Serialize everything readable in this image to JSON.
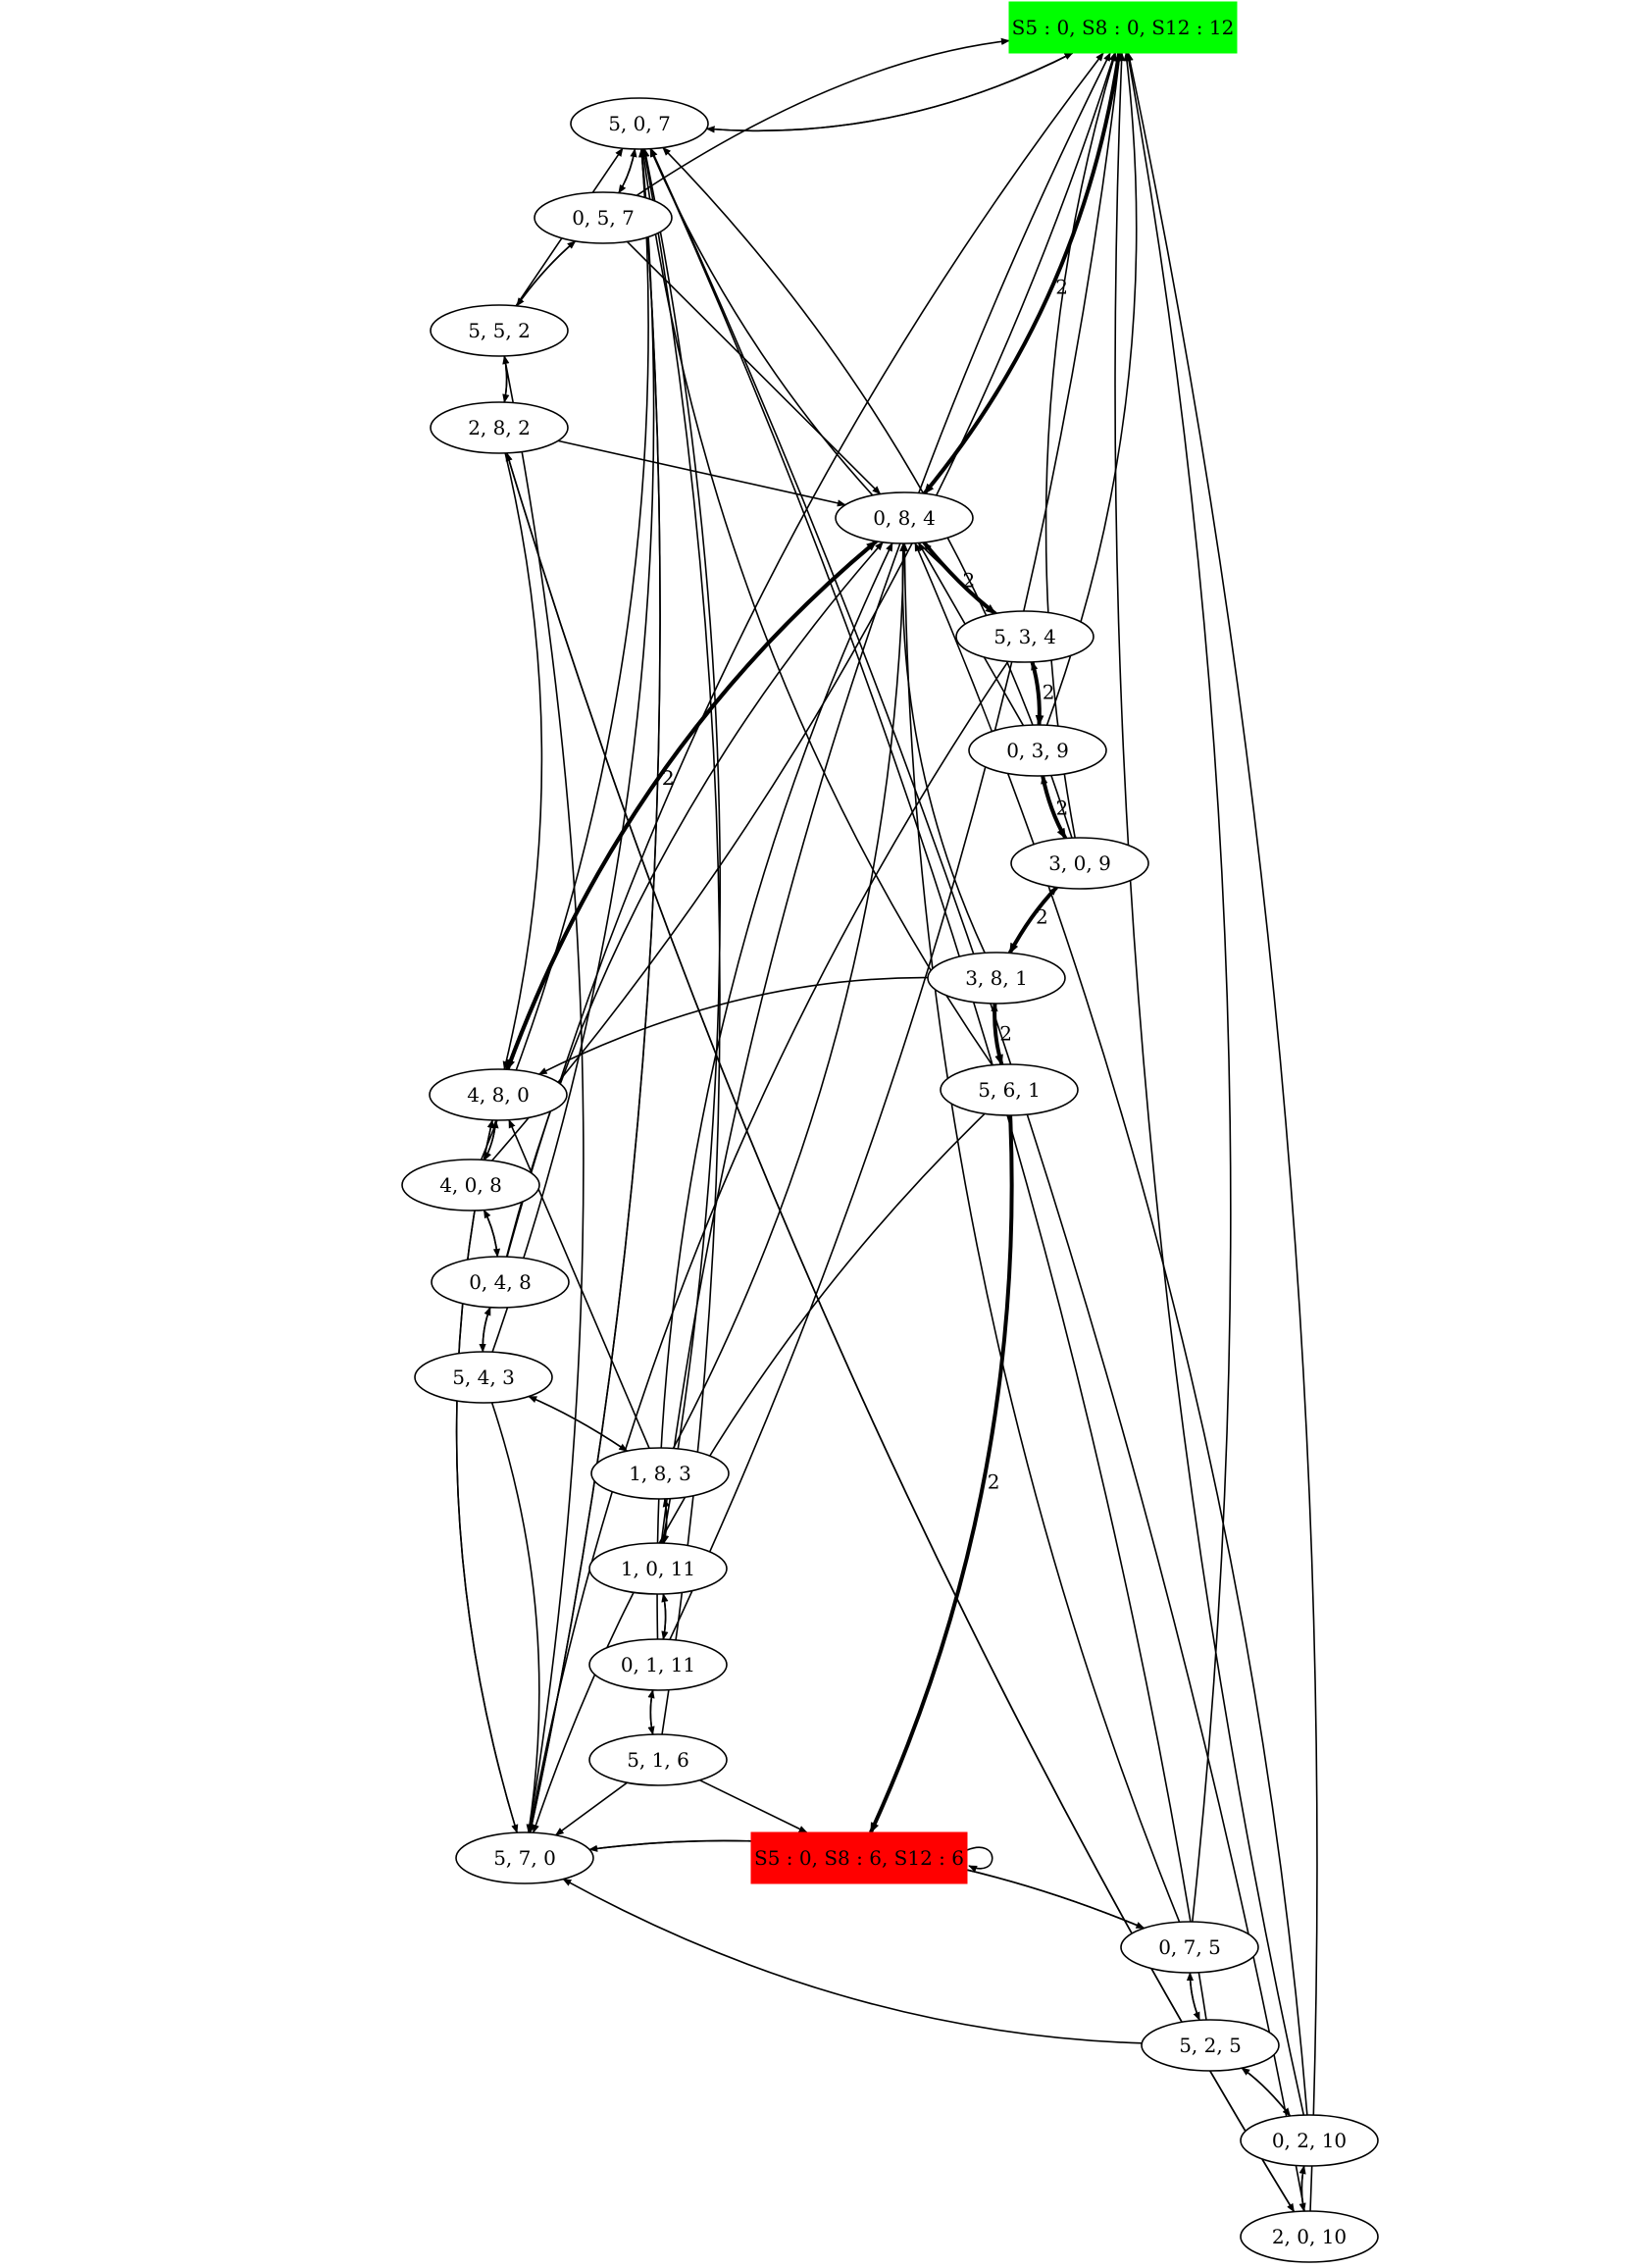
{
  "diagram": {
    "kind": "state-transition-graph",
    "start_state": "S5 : 0, S8 : 0, S12 : 12",
    "goal_state": "S5 : 0, S8 : 6, S12 : 6",
    "colors": {
      "start_fill": "#00ff00",
      "goal_fill": "#ff0000",
      "node_stroke": "#000000",
      "edge": "#000000",
      "highlight_edge": "#000000",
      "background": "#ffffff"
    },
    "nodes": [
      {
        "id": "start",
        "label": "S5 : 0, S8 : 0, S12 : 12",
        "shape": "box",
        "fill": "#00ff00"
      },
      {
        "id": "n507",
        "label": "5, 0, 7"
      },
      {
        "id": "n057",
        "label": "0, 5, 7"
      },
      {
        "id": "n552",
        "label": "5, 5, 2"
      },
      {
        "id": "n282",
        "label": "2, 8, 2"
      },
      {
        "id": "n084",
        "label": "0, 8, 4"
      },
      {
        "id": "n534",
        "label": "5, 3, 4"
      },
      {
        "id": "n039",
        "label": "0, 3, 9"
      },
      {
        "id": "n309",
        "label": "3, 0, 9"
      },
      {
        "id": "n381",
        "label": "3, 8, 1"
      },
      {
        "id": "n561",
        "label": "5, 6, 1"
      },
      {
        "id": "n480",
        "label": "4, 8, 0"
      },
      {
        "id": "n408",
        "label": "4, 0, 8"
      },
      {
        "id": "n048",
        "label": "0, 4, 8"
      },
      {
        "id": "n543",
        "label": "5, 4, 3"
      },
      {
        "id": "n183",
        "label": "1, 8, 3"
      },
      {
        "id": "n1011",
        "label": "1, 0, 11"
      },
      {
        "id": "n0111",
        "label": "0, 1, 11"
      },
      {
        "id": "n516",
        "label": "5, 1, 6"
      },
      {
        "id": "n570",
        "label": "5, 7, 0"
      },
      {
        "id": "goal",
        "label": "S5 : 0, S8 : 6, S12 : 6",
        "shape": "box",
        "fill": "#ff0000"
      },
      {
        "id": "n075",
        "label": "0, 7, 5"
      },
      {
        "id": "n525",
        "label": "5, 2, 5"
      },
      {
        "id": "n0210",
        "label": "0, 2, 10"
      },
      {
        "id": "n2010",
        "label": "2, 0, 10"
      }
    ],
    "edges": [
      {
        "from": "start",
        "to": "n507"
      },
      {
        "from": "n507",
        "to": "start"
      },
      {
        "from": "start",
        "to": "n084",
        "bold": true,
        "label": "2"
      },
      {
        "from": "n084",
        "to": "start"
      },
      {
        "from": "n057",
        "to": "start"
      },
      {
        "from": "n039",
        "to": "start"
      },
      {
        "from": "n309",
        "to": "start"
      },
      {
        "from": "n408",
        "to": "start"
      },
      {
        "from": "n048",
        "to": "start"
      },
      {
        "from": "n0111",
        "to": "start"
      },
      {
        "from": "n1011",
        "to": "start"
      },
      {
        "from": "n075",
        "to": "start"
      },
      {
        "from": "n0210",
        "to": "start"
      },
      {
        "from": "n2010",
        "to": "start"
      },
      {
        "from": "n507",
        "to": "n057"
      },
      {
        "from": "n057",
        "to": "n507"
      },
      {
        "from": "n057",
        "to": "n552"
      },
      {
        "from": "n552",
        "to": "n057"
      },
      {
        "from": "n552",
        "to": "n507"
      },
      {
        "from": "n057",
        "to": "n084"
      },
      {
        "from": "n552",
        "to": "n282"
      },
      {
        "from": "n282",
        "to": "n552"
      },
      {
        "from": "n552",
        "to": "n570"
      },
      {
        "from": "n282",
        "to": "n084"
      },
      {
        "from": "n282",
        "to": "n480"
      },
      {
        "from": "n282",
        "to": "n2010"
      },
      {
        "from": "n2010",
        "to": "n282"
      },
      {
        "from": "n2010",
        "to": "n507"
      },
      {
        "from": "n084",
        "to": "n534",
        "bold": true,
        "label": "2"
      },
      {
        "from": "n534",
        "to": "n084"
      },
      {
        "from": "n534",
        "to": "n507"
      },
      {
        "from": "n534",
        "to": "n039",
        "bold": true,
        "label": "2"
      },
      {
        "from": "n039",
        "to": "n534"
      },
      {
        "from": "n534",
        "to": "n570"
      },
      {
        "from": "n039",
        "to": "n084"
      },
      {
        "from": "n039",
        "to": "n309",
        "bold": true,
        "label": "2"
      },
      {
        "from": "n309",
        "to": "n039"
      },
      {
        "from": "n309",
        "to": "n507"
      },
      {
        "from": "n309",
        "to": "n381",
        "bold": true,
        "label": "2"
      },
      {
        "from": "n381",
        "to": "n309"
      },
      {
        "from": "n381",
        "to": "n084"
      },
      {
        "from": "n381",
        "to": "n480"
      },
      {
        "from": "n381",
        "to": "n561",
        "bold": true,
        "label": "2"
      },
      {
        "from": "n561",
        "to": "n381"
      },
      {
        "from": "n561",
        "to": "n507"
      },
      {
        "from": "n561",
        "to": "n570"
      },
      {
        "from": "n561",
        "to": "goal",
        "bold": true,
        "label": "2"
      },
      {
        "from": "n084",
        "to": "n480",
        "bold": true,
        "label": "2"
      },
      {
        "from": "n480",
        "to": "n084",
        "bold": true,
        "label": "2"
      },
      {
        "from": "n480",
        "to": "n408"
      },
      {
        "from": "n408",
        "to": "n480"
      },
      {
        "from": "n480",
        "to": "n570"
      },
      {
        "from": "n570",
        "to": "n480"
      },
      {
        "from": "n408",
        "to": "n507"
      },
      {
        "from": "n408",
        "to": "n048"
      },
      {
        "from": "n048",
        "to": "n408"
      },
      {
        "from": "n048",
        "to": "n084"
      },
      {
        "from": "n048",
        "to": "n543"
      },
      {
        "from": "n543",
        "to": "n048"
      },
      {
        "from": "n543",
        "to": "n507"
      },
      {
        "from": "n543",
        "to": "n183"
      },
      {
        "from": "n183",
        "to": "n543"
      },
      {
        "from": "n543",
        "to": "n570"
      },
      {
        "from": "n183",
        "to": "n084"
      },
      {
        "from": "n183",
        "to": "n480"
      },
      {
        "from": "n183",
        "to": "n1011"
      },
      {
        "from": "n1011",
        "to": "n183"
      },
      {
        "from": "n1011",
        "to": "n507"
      },
      {
        "from": "n1011",
        "to": "n0111"
      },
      {
        "from": "n0111",
        "to": "n1011"
      },
      {
        "from": "n0111",
        "to": "n084"
      },
      {
        "from": "n0111",
        "to": "n516"
      },
      {
        "from": "n516",
        "to": "n0111"
      },
      {
        "from": "n516",
        "to": "n507"
      },
      {
        "from": "n516",
        "to": "n570"
      },
      {
        "from": "n516",
        "to": "goal"
      },
      {
        "from": "n507",
        "to": "n570"
      },
      {
        "from": "n570",
        "to": "n507"
      },
      {
        "from": "n570",
        "to": "n075"
      },
      {
        "from": "n075",
        "to": "n570"
      },
      {
        "from": "n075",
        "to": "n084"
      },
      {
        "from": "n075",
        "to": "n525"
      },
      {
        "from": "n525",
        "to": "n075"
      },
      {
        "from": "n525",
        "to": "n507"
      },
      {
        "from": "n525",
        "to": "n570"
      },
      {
        "from": "n525",
        "to": "n0210"
      },
      {
        "from": "n0210",
        "to": "n525"
      },
      {
        "from": "n0210",
        "to": "n084"
      },
      {
        "from": "n0210",
        "to": "n2010"
      },
      {
        "from": "n2010",
        "to": "n0210"
      },
      {
        "from": "goal",
        "to": "goal"
      }
    ]
  }
}
